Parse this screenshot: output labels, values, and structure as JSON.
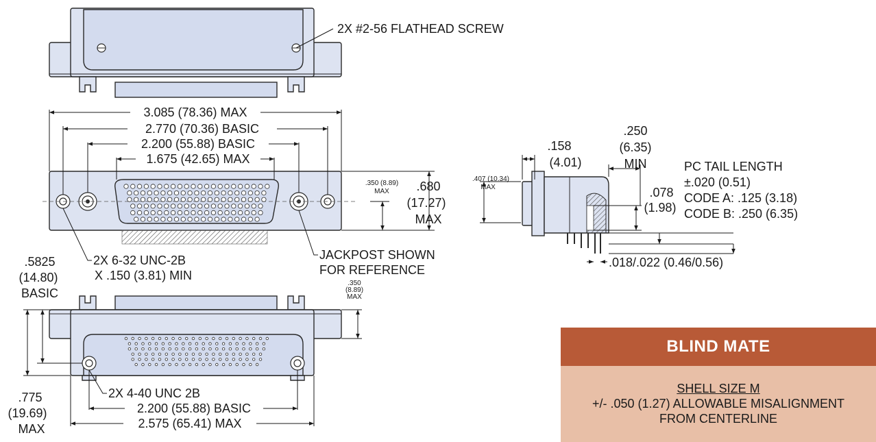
{
  "top_view": {
    "screw_callout": "2X #2-56 FLATHEAD SCREW"
  },
  "front_view": {
    "overall_width": "3.085 (78.36) MAX",
    "mount_spacing": "2.770 (70.36) BASIC",
    "jackpost_spacing": "2.200 (55.88) BASIC",
    "insert_width": "1.675 (42.65) MAX",
    "height_1": ".680",
    "height_2": "(17.27)",
    "height_3": "MAX",
    "small_dim_1": ".350 (8.89)",
    "small_dim_2": "MAX",
    "thread_callout_1": "2X 6-32 UNC-2B",
    "thread_callout_2": "X .150 (3.81) MIN",
    "jackpost_note_1": "JACKPOST SHOWN",
    "jackpost_note_2": "FOR REFERENCE"
  },
  "side_view": {
    "depth_small_1": ".407 (10.34)",
    "depth_small_2": "MAX",
    "flange_1": ".158",
    "flange_2": "(4.01)",
    "standoff_1": ".250",
    "standoff_2": "(6.35)",
    "standoff_3": "MIN",
    "tail_title": "PC TAIL LENGTH",
    "tail_tol": "±.020 (0.51)",
    "tail_code_a": "CODE A: .125 (3.18)",
    "tail_code_b": "CODE B: .250 (6.35)",
    "pitch_1": ".078",
    "pitch_2": "(1.98)",
    "pin_dia": ".018/.022 (0.46/0.56)"
  },
  "bottom_view": {
    "left_dim_1": ".5825",
    "left_dim_2": "(14.80)",
    "left_dim_3": "BASIC",
    "small_1": ".350",
    "small_2": "(8.89)",
    "small_3": "MAX",
    "thread_callout": "2X 4-40 UNC 2B",
    "jackpost_spacing": "2.200 (55.88) BASIC",
    "overall_width": "2.575 (65.41) MAX",
    "height_1": ".775",
    "height_2": "(19.69)",
    "height_3": "MAX"
  },
  "info_panel": {
    "title": "BLIND MATE",
    "shell_size": "SHELL SIZE M",
    "misalignment": "+/- .050 (1.27) ALLOWABLE MISALIGNMENT",
    "centerline": "FROM CENTERLINE"
  },
  "colors": {
    "body_fill": "#dde3f1",
    "header_bg": "#b85a37",
    "panel_bg": "#e8bfa7"
  }
}
